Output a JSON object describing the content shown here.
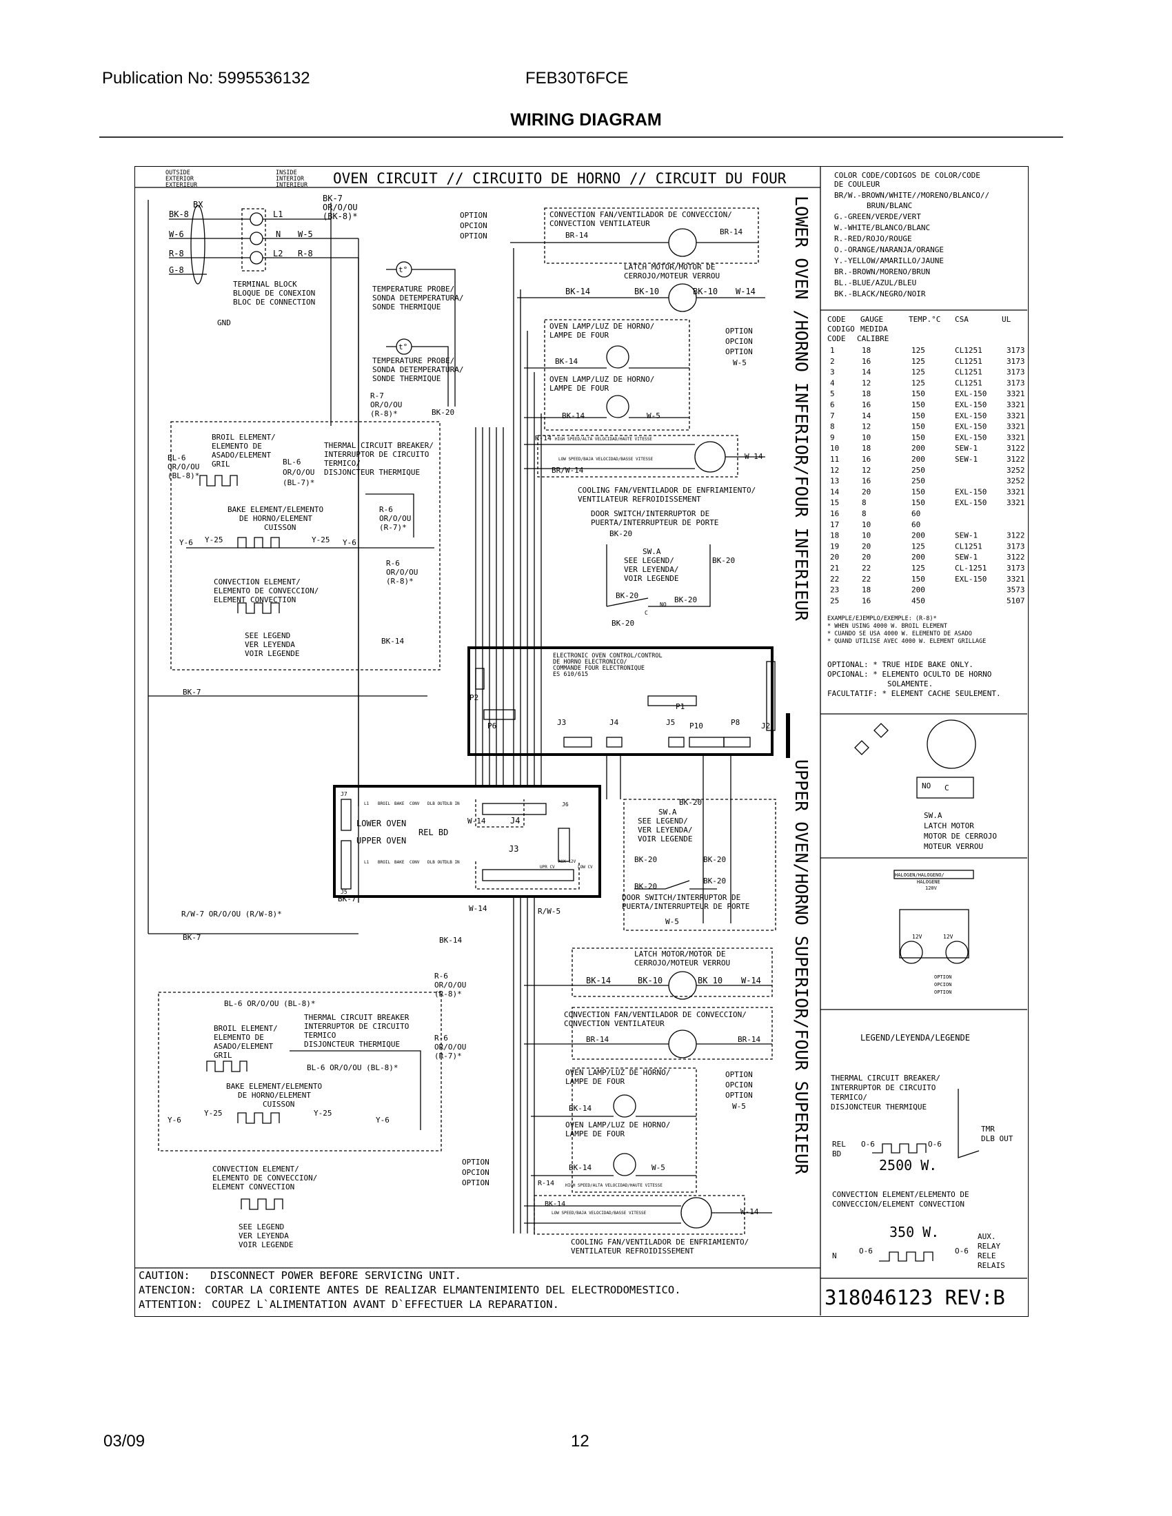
{
  "header": {
    "publication": "Publication No: 5995536132",
    "model": "FEB30T6FCE",
    "title": "WIRING DIAGRAM"
  },
  "oven_circuit": {
    "title": "OVEN CIRCUIT // CIRCUITO DE HORNO // CIRCUIT DU FOUR",
    "outside": [
      "OUTSIDE",
      "EXTERIOR",
      "EXTERIEUR"
    ],
    "inside": [
      "INSIDE",
      "INTERIOR",
      "INTERIEUR"
    ],
    "vertical_lower": "LOWER OVEN /HORNO INFERIOR/FOUR INFERIEUR",
    "vertical_upper": "UPPER OVEN/HORNO SUPERIOR/FOUR SUPERIEUR"
  },
  "terminal": {
    "wires": [
      "BK-8",
      "W-6",
      "R-8",
      "G-8"
    ],
    "bx": "BX",
    "terminals": [
      "L1",
      "N",
      "L2"
    ],
    "outputs": [
      "BK-7",
      "OR/O/OU",
      "(BK-8)*",
      "W-5",
      "R-8"
    ],
    "block_label": [
      "TERMINAL BLOCK",
      "BLOQUE DE CONEXION",
      "BLOC DE CONNECTION"
    ],
    "gnd": "GND"
  },
  "option_text": [
    "OPTION",
    "OPCION",
    "OPTION"
  ],
  "probe": {
    "symbol": "t°",
    "label": [
      "TEMPERATURE PROBE/",
      "SONDA DETEMPERATURA/",
      "SONDE THERMIQUE"
    ],
    "r7": [
      "R-7",
      "OR/O/OU",
      "(R-8)*"
    ],
    "bk20": "BK-20"
  },
  "lower_oven": {
    "conv_fan": [
      "CONVECTION FAN/VENTILADOR DE CONVECCION/",
      "CONVECTION VENTILATEUR"
    ],
    "br14": "BR-14",
    "latch": [
      "LATCH MOTOR/MOTOR DE",
      "CERROJO/MOTEUR VERROU"
    ],
    "bk14": "BK-14",
    "bk10": "BK-10",
    "w14": "W-14",
    "lamp": [
      "OVEN LAMP/LUZ DE HORNO/",
      "LAMPE DE FOUR"
    ],
    "w5": "W-5",
    "r14": "R-14",
    "high_speed": "HIGH SPEED/ALTA VELOCIDAD/HAUTE VITESSE",
    "low_speed": "LOW SPEED/BAJA VELOCIDAD/BASSE VITESSE",
    "brw14": "BR/W-14",
    "cooling": [
      "COOLING FAN/VENTILADOR DE ENFRIAMIENTO/",
      "VENTILATEUR REFROIDISSEMENT"
    ],
    "door": [
      "DOOR SWITCH/INTERRUPTOR DE",
      "PUERTA/INTERRUPTEUR DE PORTE"
    ],
    "swa": [
      "SW.A",
      "SEE LEGEND/",
      "VER LEYENDA/",
      "VOIR LEGENDE"
    ],
    "bk20": "BK-20",
    "no": "NO",
    "c": "C"
  },
  "elements_lower": {
    "broil": [
      "BROIL ELEMENT/",
      "ELEMENTO DE",
      "ASADO/ELEMENT",
      "GRIL"
    ],
    "bl6": [
      "BL-6",
      "OR/O/OU",
      "(BL-8)*"
    ],
    "bl6b": [
      "BL-6",
      "OR/O/OU",
      "(BL-7)*"
    ],
    "breaker": [
      "THERMAL CIRCUIT BREAKER/",
      "INTERRUPTOR DE CIRCUITO",
      "TERMICO/",
      "DISJONCTEUR THERMIQUE"
    ],
    "bake": [
      "BAKE ELEMENT/ELEMENTO",
      "DE HORNO/ELEMENT",
      "CUISSON"
    ],
    "r6a": [
      "R-6",
      "OR/O/OU",
      "(R-7)*"
    ],
    "r6b": [
      "R-6",
      "OR/O/OU",
      "(R-8)*"
    ],
    "y6": "Y-6",
    "y25": "Y-25",
    "conv": [
      "CONVECTION ELEMENT/",
      "ELEMENTO DE CONVECCION/",
      "ELEMENT CONVECTION"
    ],
    "legend": [
      "SEE LEGEND",
      "VER LEYENDA",
      "VOIR LEGENDE"
    ],
    "bk14": "BK-14",
    "bk7": "BK-7"
  },
  "control": {
    "title": [
      "ELECTRONIC OVEN CONTROL/CONTROL",
      "DE HORNO ELECTRONICO/",
      "COMMANDE FOUR ELECTRONIQUE",
      "ES 610/615"
    ],
    "p2": "P2",
    "p6": "P6",
    "p1": "P1",
    "p8": "P8",
    "p10": "P10",
    "j2": "J2",
    "j3": "J3",
    "j4": "J4",
    "j5": "J5"
  },
  "relay_board": {
    "j7": "J7",
    "j5": "J5",
    "j4": "J4",
    "j3": "J3",
    "j6": "J6",
    "lower_oven": "LOWER OVEN",
    "upper_oven": "UPPER OVEN",
    "rel_bd": "REL BD",
    "top_pins": [
      "L1",
      "BROIL",
      "BAKE",
      "CONV",
      "DLB OUT",
      "DLB IN"
    ],
    "bottom_pins": [
      "L1",
      "BROIL",
      "BAKE",
      "CONV",
      "DLB OUT",
      "DLB IN"
    ],
    "j3_pins": [
      "UPR CV",
      "AUX 12V",
      "LOW CV"
    ],
    "w14": "W-14",
    "bk7": "BK-7",
    "bk14": "BK-14",
    "w14b": "W-14",
    "rw5": "R/W-5",
    "w5": "W-5",
    "bk7b": "BK-7",
    "rw7": "R/W-7 OR/O/OU (R/W-8)*"
  },
  "upper_oven": {
    "bk20": "BK-20",
    "swa": [
      "SW.A",
      "SEE LEGEND/",
      "VER LEYENDA/",
      "VOIR LEGENDE"
    ],
    "door": [
      "DOOR SWITCH/INTERRUPTOR DE",
      "PUERTA/INTERRUPTEUR DE PORTE"
    ],
    "latch": [
      "LATCH MOTOR/MOTOR DE",
      "CERROJO/MOTEUR VERROU"
    ],
    "bk14": "BK-14",
    "bk10": "BK-10",
    "bk10b": "BK 10",
    "w14": "W-14",
    "conv_fan": [
      "CONVECTION FAN/VENTILADOR DE CONVECCION/",
      "CONVECTION VENTILATEUR"
    ],
    "br14": "BR-14",
    "lamp": [
      "OVEN LAMP/LUZ DE HORNO/",
      "LAMPE DE FOUR"
    ],
    "w5": "W-5",
    "r14": "R-14",
    "high_speed": "HIGH SPEED/ALTA VELOCIDAD/HAUTE VITESSE",
    "low_speed": "LOW SPEED/BAJA VELOCIDAD/BASSE VITESSE",
    "cooling": [
      "COOLING FAN/VENTILADOR DE ENFRIAMIENTO/",
      "VENTILATEUR REFROIDISSEMENT"
    ]
  },
  "elements_upper": {
    "bl6": "BL-6 OR/O/OU (BL-8)*",
    "bl6b": "BL-6 OR/O/OU (BL-8)*",
    "broil": [
      "BROIL ELEMENT/",
      "ELEMENTO DE",
      "ASADO/ELEMENT",
      "GRIL"
    ],
    "breaker": [
      "THERMAL CIRCUIT BREAKER",
      "INTERRUPTOR DE CIRCUITO",
      "TERMICO",
      "DISJONCTEUR THERMIQUE"
    ],
    "r6a": [
      "R-6",
      "OR/O/OU",
      "(R-8)*"
    ],
    "r6b": [
      "R-6",
      "OR/O/OU",
      "(R-7)*"
    ],
    "bake": [
      "BAKE ELEMENT/ELEMENTO",
      "DE HORNO/ELEMENT",
      "CUISSON"
    ],
    "y6": "Y-6",
    "y25": "Y-25",
    "conv": [
      "CONVECTION ELEMENT/",
      "ELEMENTO DE CONVECCION/",
      "ELEMENT CONVECTION"
    ],
    "legend": [
      "SEE LEGEND",
      "VER LEYENDA",
      "VOIR LEGENDE"
    ]
  },
  "caution": [
    {
      "key": "CAUTION:",
      "text": "DISCONNECT POWER BEFORE SERVICING UNIT."
    },
    {
      "key": "ATENCION:",
      "text": "CORTAR LA CORIENTE ANTES DE REALIZAR ELMANTENIMIENTO DEL ELECTRODOMESTICO."
    },
    {
      "key": "ATTENTION:",
      "text": "COUPEZ L`ALIMENTATION AVANT D`EFFECTUER LA REPARATION."
    }
  ],
  "color_code": {
    "title": [
      "COLOR CODE/CODIGOS DE COLOR/CODE",
      "DE COULEUR"
    ],
    "lines": [
      "BR/W.-BROWN/WHITE//MORENO/BLANCO//",
      "BRUN/BLANC",
      "G.-GREEN/VERDE/VERT",
      "W.-WHITE/BLANCO/BLANC",
      "R.-RED/ROJO/ROUGE",
      "O.-ORANGE/NARANJA/ORANGE",
      "Y.-YELLOW/AMARILLO/JAUNE",
      "BR.-BROWN/MORENO/BRUN",
      "BL.-BLUE/AZUL/BLEU",
      "BK.-BLACK/NEGRO/NOIR"
    ]
  },
  "gauge_table": {
    "headers": [
      "CODE",
      "GAUGE",
      "TEMP.°C",
      "CSA",
      "UL"
    ],
    "headers2": [
      "CODIGO",
      "MEDIDA"
    ],
    "headers3": [
      "CODE",
      "CALIBRE"
    ],
    "rows": [
      [
        "1",
        "18",
        "125",
        "CL1251",
        "3173"
      ],
      [
        "2",
        "16",
        "125",
        "CL1251",
        "3173"
      ],
      [
        "3",
        "14",
        "125",
        "CL1251",
        "3173"
      ],
      [
        "4",
        "12",
        "125",
        "CL1251",
        "3173"
      ],
      [
        "5",
        "18",
        "150",
        "EXL-150",
        "3321"
      ],
      [
        "6",
        "16",
        "150",
        "EXL-150",
        "3321"
      ],
      [
        "7",
        "14",
        "150",
        "EXL-150",
        "3321"
      ],
      [
        "8",
        "12",
        "150",
        "EXL-150",
        "3321"
      ],
      [
        "9",
        "10",
        "150",
        "EXL-150",
        "3321"
      ],
      [
        "10",
        "18",
        "200",
        "SEW-1",
        "3122"
      ],
      [
        "11",
        "16",
        "200",
        "SEW-1",
        "3122"
      ],
      [
        "12",
        "12",
        "250",
        "",
        "3252"
      ],
      [
        "13",
        "16",
        "250",
        "",
        "3252"
      ],
      [
        "14",
        "20",
        "150",
        "EXL-150",
        "3321"
      ],
      [
        "15",
        "8",
        "150",
        "EXL-150",
        "3321"
      ],
      [
        "16",
        "8",
        "60",
        "",
        ""
      ],
      [
        "17",
        "10",
        "60",
        "",
        ""
      ],
      [
        "18",
        "10",
        "200",
        "SEW-1",
        "3122"
      ],
      [
        "19",
        "20",
        "125",
        "CL1251",
        "3173"
      ],
      [
        "20",
        "20",
        "200",
        "SEW-1",
        "3122"
      ],
      [
        "21",
        "22",
        "125",
        "CL-1251",
        "3173"
      ],
      [
        "22",
        "22",
        "150",
        "EXL-150",
        "3321"
      ],
      [
        "23",
        "18",
        "200",
        "",
        "3573"
      ],
      [
        "25",
        "16",
        "450",
        "",
        "5107"
      ]
    ],
    "example": [
      "EXAMPLE/EJEMPLO/EXEMPLE: (R-8)*",
      "* WHEN USING 4000 W. BROIL ELEMENT",
      "* CUANDO SE USA 4000 W. ELEMENTO DE ASADO",
      "* QUAND UTILISE AVEC 4000 W. ELEMENT GRILLAGE"
    ],
    "optional": [
      "OPTIONAL: * TRUE HIDE BAKE ONLY.",
      "OPCIONAL: * ELEMENTO OCULTO DE HORNO",
      "SOLAMENTE.",
      "FACULTATIF: * ELEMENT CACHE SEULEMENT."
    ]
  },
  "latch_detail": {
    "no": "NO",
    "c": "C",
    "label": [
      "SW.A",
      "LATCH MOTOR",
      "MOTOR DE CERROJO",
      "MOTEUR VERROU"
    ]
  },
  "lamp_detail": {
    "label": [
      "HALOGEN/HALOGENO/",
      "HALOGENE",
      "120V"
    ],
    "v1": "12V",
    "v2": "12V",
    "option": [
      "OPTION",
      "OPCION",
      "OPTION"
    ]
  },
  "legend_box": {
    "title": "LEGEND/LEYENDA/LEGENDE",
    "breaker": [
      "THERMAL CIRCUIT BREAKER/",
      "INTERRUPTOR DE CIRCUITO",
      "TERMICO/",
      "DISJONCTEUR THERMIQUE"
    ],
    "tmr": "TMR",
    "dlb_out": "DLB OUT",
    "rel_bd": [
      "REL",
      "BD"
    ],
    "o6a": "O-6",
    "o6b": "O-6",
    "watts1": "2500 W.",
    "conv": [
      "CONVECTION ELEMENT/ELEMENTO DE",
      "CONVECCION/ELEMENT CONVECTION"
    ],
    "watts2": "350 W.",
    "aux": [
      "AUX.",
      "RELAY",
      "RELE",
      "RELAIS"
    ],
    "n": "N",
    "o6c": "O-6",
    "o6d": "O-6"
  },
  "revision": "318046123 REV:B",
  "footer": {
    "date": "03/09",
    "page": "12"
  }
}
